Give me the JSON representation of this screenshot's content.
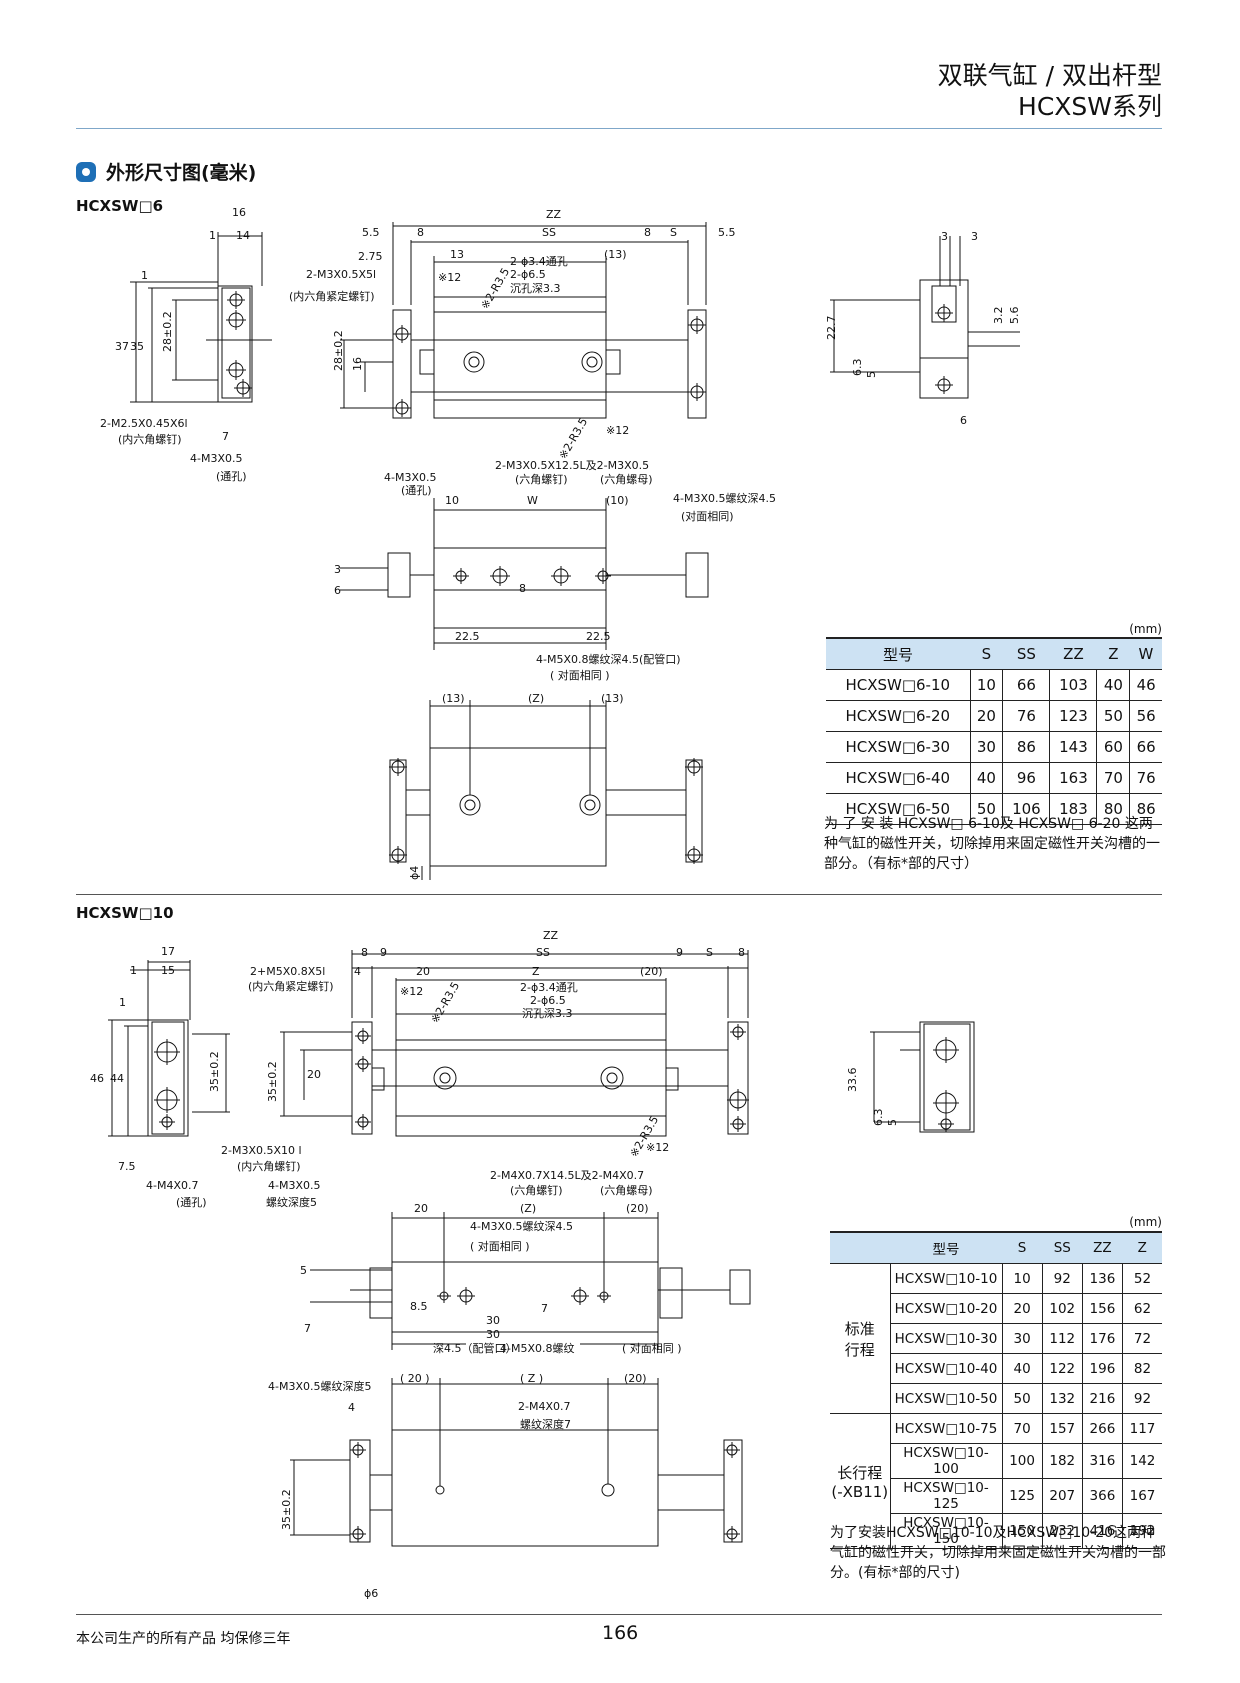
{
  "header": {
    "title_line1": "双联气缸 / 双出杆型",
    "title_line2": "HCXSW系列"
  },
  "section": {
    "title": "外形尺寸图(毫米)"
  },
  "model6": {
    "label": "HCXSW□6",
    "unit": "(mm)",
    "columns": [
      "型号",
      "S",
      "SS",
      "ZZ",
      "Z",
      "W"
    ],
    "rows": [
      [
        "HCXSW□6-10",
        "10",
        "66",
        "103",
        "40",
        "46"
      ],
      [
        "HCXSW□6-20",
        "20",
        "76",
        "123",
        "50",
        "56"
      ],
      [
        "HCXSW□6-30",
        "30",
        "86",
        "143",
        "60",
        "66"
      ],
      [
        "HCXSW□6-40",
        "40",
        "96",
        "163",
        "70",
        "76"
      ],
      [
        "HCXSW□6-50",
        "50",
        "106",
        "183",
        "80",
        "86"
      ]
    ],
    "note": "为 了 安 装 HCXSW□ 6-10及 HCXSW□ 6-20 这两种气缸的磁性开关，切除掉用来固定磁性开关沟槽的一部分。（有标*部的尺寸）"
  },
  "model10": {
    "label": "HCXSW□10",
    "unit": "(mm)",
    "columns": [
      "型号",
      "S",
      "SS",
      "ZZ",
      "Z"
    ],
    "group_standard": "标准\n行程",
    "group_long": "长行程\n(-XB11)",
    "rows_standard": [
      [
        "HCXSW□10-10",
        "10",
        "92",
        "136",
        "52"
      ],
      [
        "HCXSW□10-20",
        "20",
        "102",
        "156",
        "62"
      ],
      [
        "HCXSW□10-30",
        "30",
        "112",
        "176",
        "72"
      ],
      [
        "HCXSW□10-40",
        "40",
        "122",
        "196",
        "82"
      ],
      [
        "HCXSW□10-50",
        "50",
        "132",
        "216",
        "92"
      ]
    ],
    "rows_long": [
      [
        "HCXSW□10-75",
        "70",
        "157",
        "266",
        "117"
      ],
      [
        "HCXSW□10-100",
        "100",
        "182",
        "316",
        "142"
      ],
      [
        "HCXSW□10-125",
        "125",
        "207",
        "366",
        "167"
      ],
      [
        "HCXSW□10-150",
        "150",
        "232",
        "416",
        "192"
      ]
    ],
    "note": "为了安装HCXSW□10-10及HCXSW□10-20这两种气缸的磁性开关，切除掉用来固定磁性开关沟槽的一部分。(有标*部的尺寸)"
  },
  "drawing6": {
    "dims": [
      "16",
      "1",
      "14",
      "1",
      "37",
      "35",
      "28±0.2",
      "2-M2.5X0.45X6l",
      "(内六角螺钉)",
      "7",
      "4-M3X0.5",
      "(通孔)",
      "ZZ",
      "5.5",
      "8",
      "SS",
      "8",
      "S",
      "5.5",
      "2.75",
      "13",
      "(13)",
      "2-ϕ3.4通孔",
      "2-ϕ6.5",
      "沉孔深3.3",
      "※12",
      "※2-R3.5",
      "2-M3X0.5X5l",
      "(内六角紧定螺钉)",
      "28±0.2",
      "16",
      "2-M3X0.5X12.5L及2-M3X0.5",
      "(六角螺钉)",
      "(六角螺母)",
      "※12",
      "※2-R3.5",
      "4-M3X0.5",
      "(通孔)",
      "3",
      "3",
      "3.2",
      "5.6",
      "22.7",
      "6.3",
      "5",
      "6",
      "10",
      "W",
      "(10)",
      "4-M3X0.5螺纹深4.5",
      "(对面相同)",
      "3",
      "6",
      "8",
      "22.5",
      "22.5",
      "4-M5X0.8螺纹深4.5(配管口)",
      "( 对面相同 )",
      "(13)",
      "(Z)",
      "(13)",
      "ϕ4"
    ]
  },
  "drawing10": {
    "dims": [
      "17",
      "1",
      "15",
      "1",
      "46",
      "44",
      "35±0.2",
      "7.5",
      "4-M4X0.7",
      "(通孔)",
      "2-M3X0.5X10 l",
      "(内六角螺钉)",
      "4-M3X0.5",
      "螺纹深度5",
      "ZZ",
      "8",
      "9",
      "SS",
      "9",
      "S",
      "8",
      "2+M5X0.8X5l",
      "(内六角紧定螺钉)",
      "4",
      "20",
      "Z",
      "(20)",
      "※12",
      "※2-R3.5",
      "2-ϕ3.4通孔",
      "2-ϕ6.5",
      "沉孔深3.3",
      "35±0.2",
      "20",
      "※2-R3.5",
      "※12",
      "2-M4X0.7X14.5L及2-M4X0.7",
      "(六角螺钉)",
      "(六角螺母)",
      "33.6",
      "6.3",
      "5",
      "20",
      "(Z)",
      "(20)",
      "4-M3X0.5螺纹深4.5",
      "( 对面相同 )",
      "5",
      "8.5",
      "7",
      "7",
      "30",
      "30",
      "4-M5X0.8螺纹",
      "深4.5（配管口）",
      "( 对面相同 )",
      "4-M3X0.5螺纹深度5",
      "( 20 )",
      "( Z )",
      "(20)",
      "4",
      "2-M4X0.7",
      "螺纹深度7",
      "35±0.2",
      "ϕ6"
    ]
  },
  "footer": {
    "warranty": "本公司生产的所有产品 均保修三年",
    "page": "166"
  }
}
